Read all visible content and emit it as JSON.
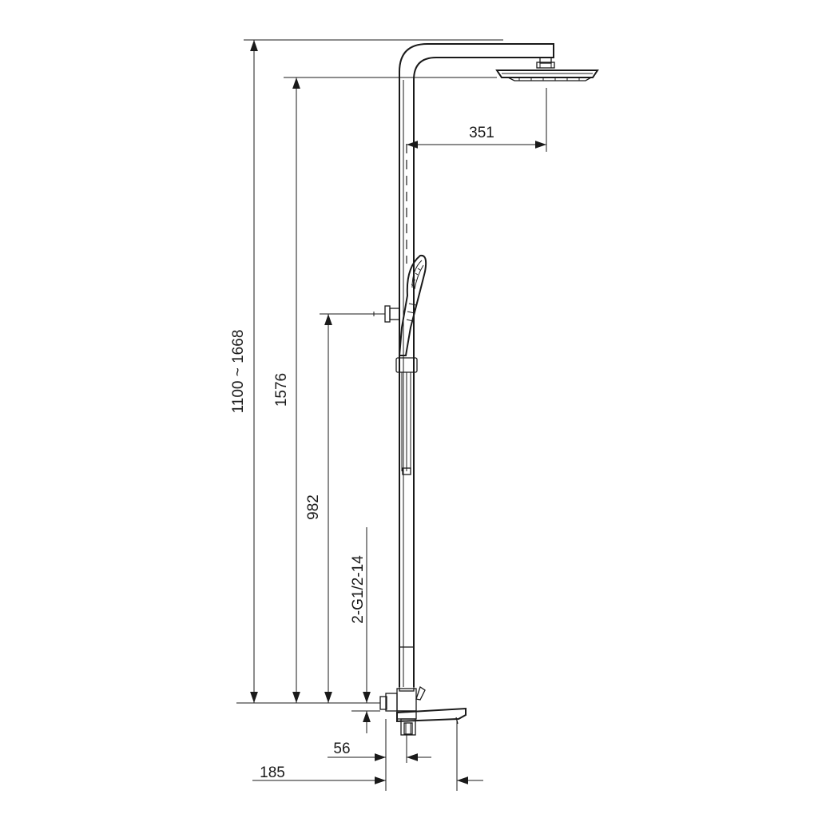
{
  "dimensions": {
    "height_range": "1100 ~ 1668",
    "head_height": "1576",
    "handshower_height": "982",
    "thread_spec": "2-G1/2-14",
    "arm_reach": "351",
    "spout_offset_small": "56",
    "spout_offset_large": "185"
  },
  "colors": {
    "line": "#1a1a1a",
    "background": "#ffffff"
  }
}
